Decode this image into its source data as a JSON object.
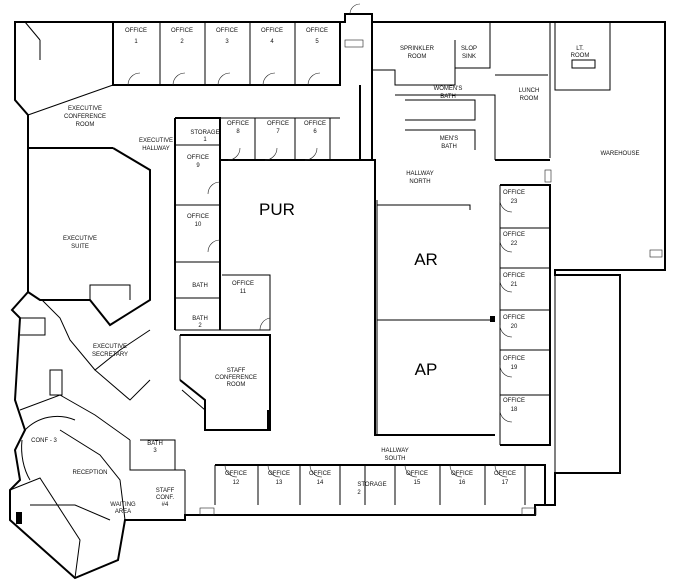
{
  "labels": {
    "executive_conference_room": [
      "EXECUTIVE",
      "CONFERENCE",
      "ROOM"
    ],
    "executive_hallway": [
      "EXECUTIVE",
      "HALLWAY"
    ],
    "executive_suite": [
      "EXECUTIVE",
      "SUITE"
    ],
    "executive_secretary": [
      "EXECUTIVE",
      "SECRETARY"
    ],
    "conf3": "CONF - 3",
    "reception": "RECEPTION",
    "waiting_area": [
      "WAITING",
      "AREA"
    ],
    "staff_conf4": [
      "STAFF",
      "CONF.",
      "#4"
    ],
    "bath3": [
      "BATH",
      "3"
    ],
    "staff_conference_room": [
      "STAFF",
      "CONFERENCE",
      "ROOM"
    ],
    "bath1": "BATH",
    "bath2": [
      "BATH",
      "2"
    ],
    "storage1": [
      "STORAGE",
      "1"
    ],
    "storage2": [
      "STORAGE",
      "2"
    ],
    "sprinkler_room": [
      "SPRINKLER",
      "ROOM"
    ],
    "slop_sink": [
      "SLOP",
      "SINK"
    ],
    "womens_bath": [
      "WOMEN'S",
      "BATH"
    ],
    "mens_bath": [
      "MEN'S",
      "BATH"
    ],
    "lunch_room": [
      "LUNCH",
      "ROOM"
    ],
    "lt_room": [
      "LT.",
      "ROOM"
    ],
    "warehouse": "WAREHOUSE",
    "hallway_north": [
      "HALLWAY",
      "NORTH"
    ],
    "hallway_south": [
      "HALLWAY",
      "SOUTH"
    ],
    "office": "OFFICE",
    "pur": "PUR",
    "ar": "AR",
    "ap": "AP"
  },
  "offices": [
    "1",
    "2",
    "3",
    "4",
    "5",
    "6",
    "7",
    "8",
    "9",
    "10",
    "11",
    "12",
    "13",
    "14",
    "15",
    "16",
    "17",
    "18",
    "19",
    "20",
    "21",
    "22",
    "23"
  ]
}
